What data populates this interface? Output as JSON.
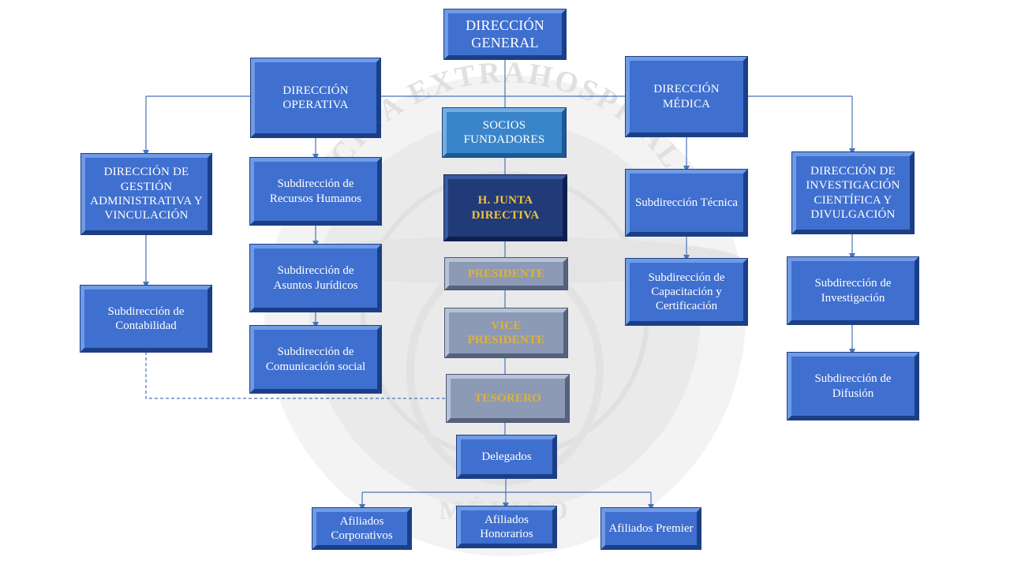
{
  "background_watermark": {
    "arc_text": "MEDICINA EXTRAHOSPITALARIA",
    "bottom_text": "MÉXICO"
  },
  "colors": {
    "box_blue": "#3f6fcf",
    "box_dark": "#213a78",
    "box_gray": "#8d9ab5",
    "gold_text": "#f0c240",
    "connector": "#4a73b8"
  },
  "org": {
    "direccion_general": "DIRECCIÓN GENERAL",
    "direccion_operativa": "DIRECCIÓN OPERATIVA",
    "direccion_medica": "DIRECCIÓN MÉDICA",
    "socios_fundadores": "SOCIOS FUNDADORES",
    "junta_directiva": "H. JUNTA DIRECTIVA",
    "presidente": "PRESIDENTE",
    "vice_presidente": "VICE PRESIDENTE",
    "tesorero": "TESORERO",
    "delegados": "Delegados",
    "gestion": "DIRECCIÓN DE GESTIÓN ADMINISTRATIVA Y VINCULACIÓN",
    "contabilidad": "Subdirección de Contabilidad",
    "recursos_humanos": "Subdirección de Recursos Humanos",
    "asuntos_juridicos": "Subdirección de Asuntos Jurídicos",
    "comunicacion_social": "Subdirección de Comunicación social",
    "tecnica": "Subdirección Técnica",
    "capacitacion": "Subdirección de Capacitación y Certificación",
    "investigacion_dir": "DIRECCIÓN DE INVESTIGACIÓN CIENTÍFICA Y DIVULGACIÓN",
    "investigacion_sub": "Subdirección de Investigación",
    "difusion": "Subdirección de Difusión",
    "afiliados_corporativos": "Afiliados Corporativos",
    "afiliados_honorarios": "Afiliados Honorarios",
    "afiliados_premier": "Afiliados Premier"
  }
}
